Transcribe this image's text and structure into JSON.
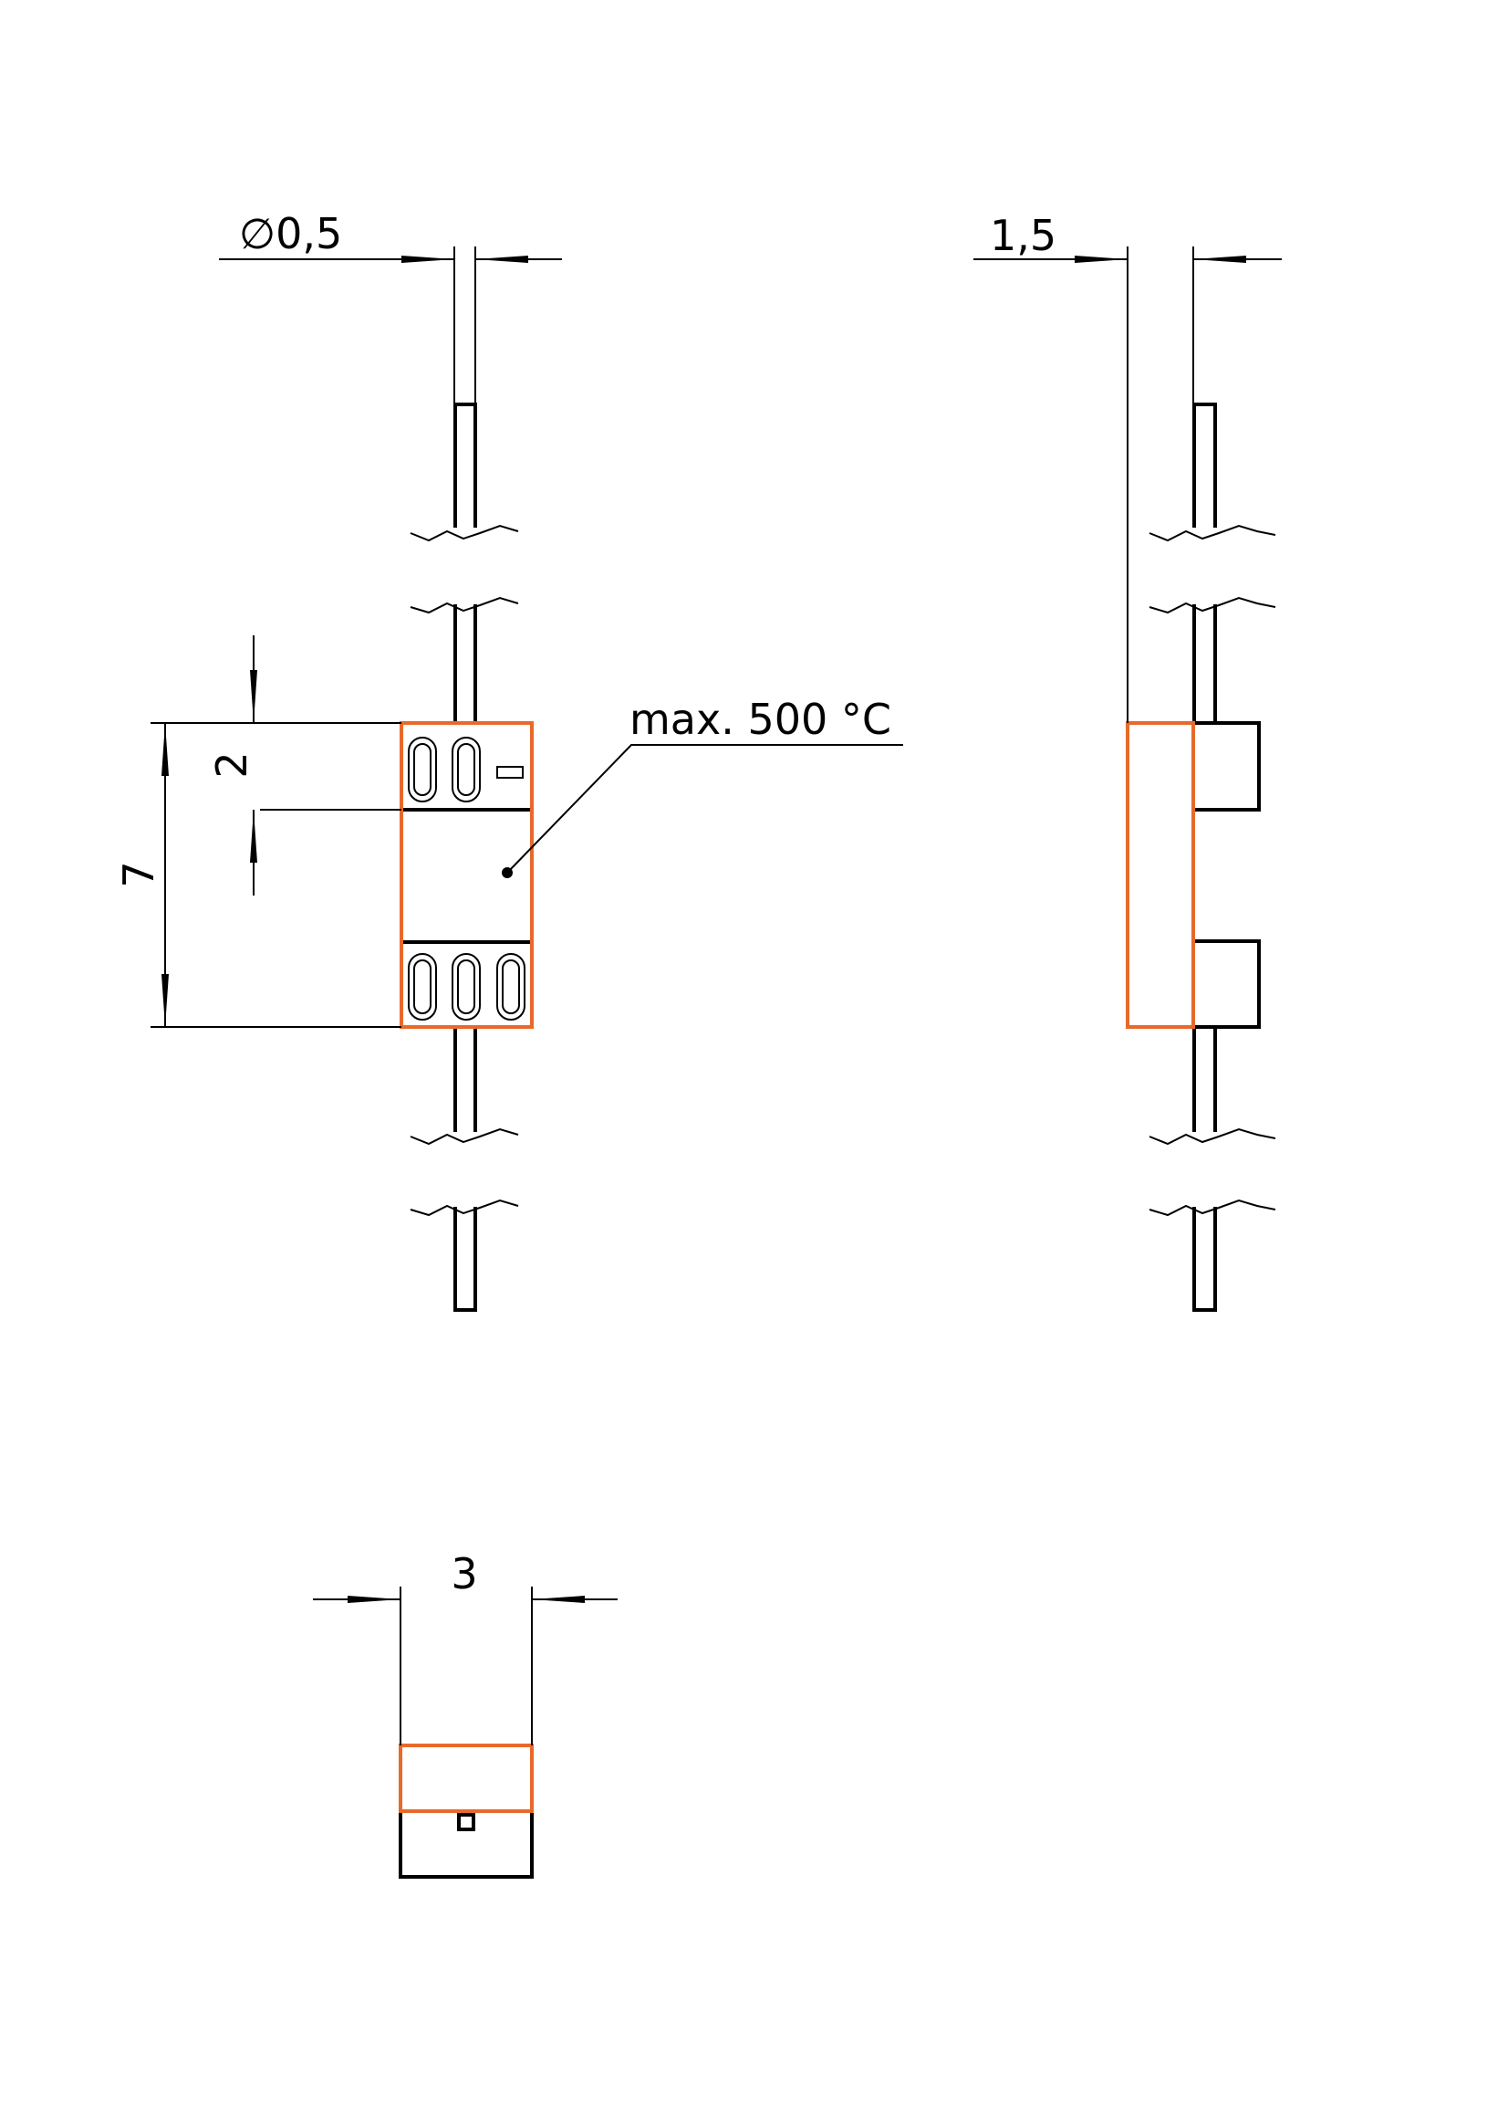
{
  "dimensions": {
    "wire_diameter": "∅0,5",
    "side_thickness": "1,5",
    "segment_height": "2",
    "total_height": "7",
    "width": "3"
  },
  "annotation": {
    "max_temperature": "max. 500 °C"
  },
  "colors": {
    "section_hatch": "#e8692a",
    "line": "#000000"
  }
}
